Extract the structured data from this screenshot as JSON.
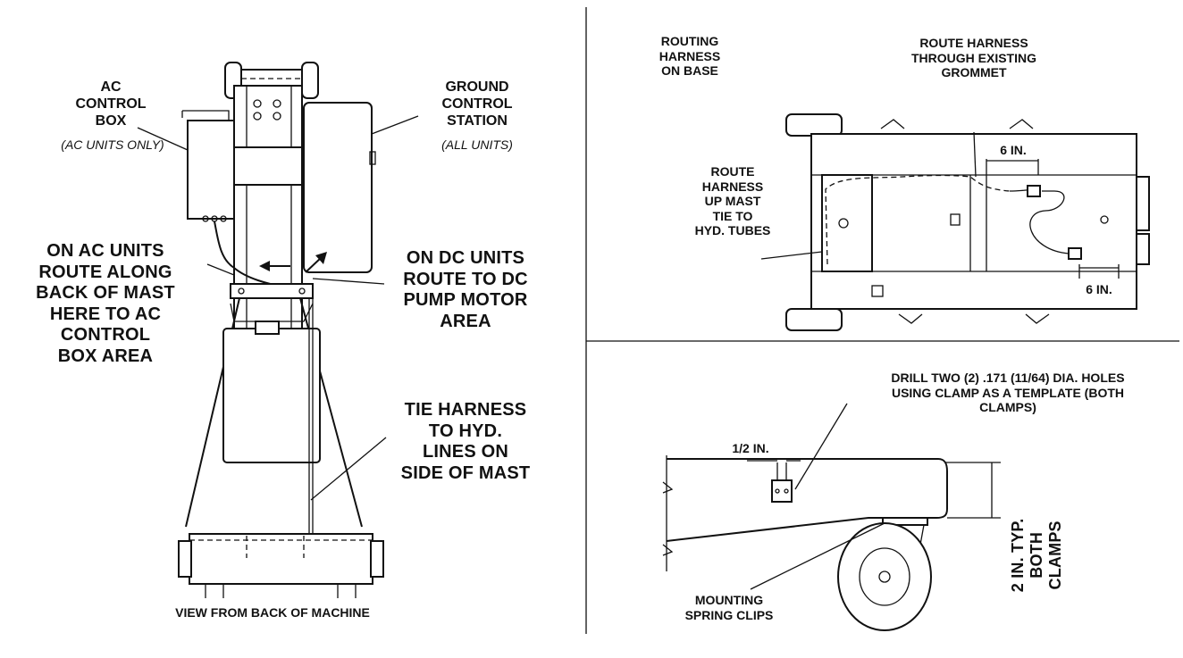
{
  "left_view": {
    "ac_control_box": [
      "AC",
      "CONTROL",
      "BOX"
    ],
    "ac_units_only": "(AC UNITS ONLY)",
    "ground_control_station": [
      "GROUND",
      "CONTROL",
      "STATION"
    ],
    "all_units": "(ALL UNITS)",
    "ac_route": [
      "ON AC UNITS",
      "ROUTE ALONG",
      "BACK OF MAST",
      "HERE TO AC",
      "CONTROL",
      "BOX AREA"
    ],
    "dc_route": [
      "ON DC UNITS",
      "ROUTE TO DC",
      "PUMP MOTOR",
      "AREA"
    ],
    "tie_harness": [
      "TIE HARNESS",
      "TO HYD.",
      "LINES ON",
      "SIDE OF MAST"
    ],
    "caption": "VIEW FROM BACK OF MACHINE"
  },
  "base_view": {
    "title": [
      "ROUTING",
      "HARNESS",
      "ON BASE"
    ],
    "grommet": [
      "ROUTE HARNESS",
      "THROUGH EXISTING",
      "GROMMET"
    ],
    "up_mast": [
      "ROUTE",
      "HARNESS",
      "UP MAST",
      "TIE TO",
      "HYD. TUBES"
    ],
    "dim_top": "6 IN.",
    "dim_bottom": "6 IN."
  },
  "clamp_view": {
    "drill_note": [
      "DRILL TWO (2) .171 (11/64) DIA. HOLES",
      "USING CLAMP AS A TEMPLATE (BOTH",
      "CLAMPS)"
    ],
    "half_inch": "1/2 IN.",
    "spring_clips": [
      "MOUNTING",
      "SPRING CLIPS"
    ],
    "two_inch": [
      "2 IN. TYP.",
      "BOTH",
      "CLAMPS"
    ]
  }
}
